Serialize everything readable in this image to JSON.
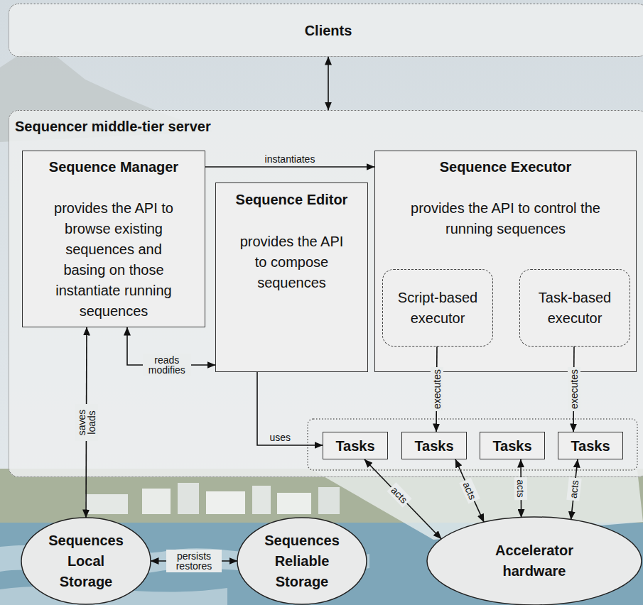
{
  "diagram": {
    "nodes": [
      {
        "text": [
          "Clients"
        ]
      },
      {
        "text": [
          "Sequencer middle-tier server"
        ]
      },
      {
        "text": [
          "Sequence Manager",
          "provides the API to browse existing sequences and basing on those instantiate running sequences"
        ],
        "in": 1
      },
      {
        "text": [
          "Sequence Editor",
          "provides the API to compose sequences"
        ],
        "in": 1
      },
      {
        "text": [
          "Sequence Executor",
          "provides the API to control the running sequences"
        ],
        "in": 1
      },
      {
        "text": [
          "Script-based executor"
        ],
        "in": 4
      },
      {
        "text": [
          "Task-based executor"
        ],
        "in": 4
      },
      {
        "text": [
          "Tasks"
        ],
        "in": 1
      },
      {
        "text": [
          "Tasks"
        ],
        "in": 1
      },
      {
        "text": [
          "Tasks"
        ],
        "in": 1
      },
      {
        "text": [
          "Tasks"
        ],
        "in": 1
      },
      {
        "text": [
          "Sequences Local Storage"
        ]
      },
      {
        "text": [
          "Sequences Reliable Storage"
        ]
      },
      {
        "text": [
          "Accelerator hardware"
        ]
      }
    ],
    "edges": [
      {
        "from": 0,
        "to": 1,
        "arrow": "both"
      },
      {
        "from": 2,
        "to": 4,
        "label": "instantiates",
        "arrow": "to"
      },
      {
        "from": 2,
        "to": 3,
        "label": "reads modifies",
        "arrow": "both"
      },
      {
        "from": 2,
        "to": 11,
        "label": "saves loads",
        "arrow": "both"
      },
      {
        "from": 3,
        "to": 7,
        "label": "uses",
        "arrow": "to"
      },
      {
        "from": 5,
        "to": 8,
        "label": "executes",
        "arrow": "to"
      },
      {
        "from": 6,
        "to": 10,
        "label": "executes",
        "arrow": "to"
      },
      {
        "from": 7,
        "to": 13,
        "label": "acts",
        "arrow": "both"
      },
      {
        "from": 8,
        "to": 13,
        "label": "acts",
        "arrow": "both"
      },
      {
        "from": 9,
        "to": 13,
        "label": "acts",
        "arrow": "both"
      },
      {
        "from": 10,
        "to": 13,
        "label": "acts",
        "arrow": "both"
      },
      {
        "from": 11,
        "to": 12,
        "label": "persists restores",
        "arrow": "both"
      }
    ]
  }
}
